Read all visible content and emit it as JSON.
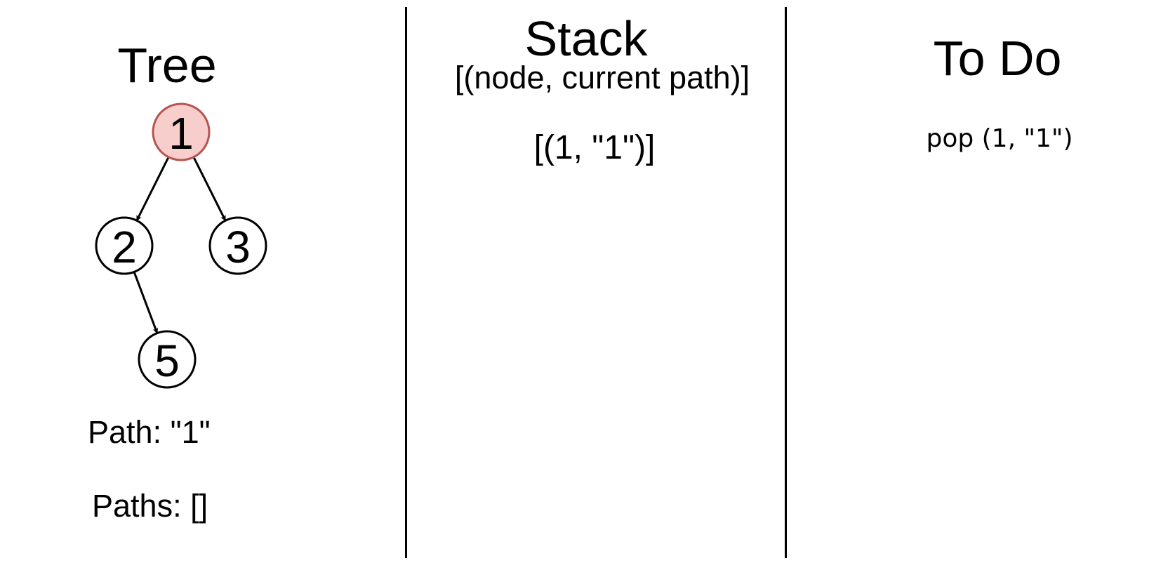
{
  "tree_panel": {
    "title": "Tree",
    "nodes": [
      {
        "id": "1",
        "label": "1",
        "highlighted": true
      },
      {
        "id": "2",
        "label": "2",
        "highlighted": false
      },
      {
        "id": "3",
        "label": "3",
        "highlighted": false
      },
      {
        "id": "5",
        "label": "5",
        "highlighted": false
      }
    ],
    "edges": [
      {
        "from": "1",
        "to": "2"
      },
      {
        "from": "1",
        "to": "3"
      },
      {
        "from": "2",
        "to": "5"
      }
    ],
    "current_path": {
      "label": "Path:",
      "value": "\"1\""
    },
    "paths": {
      "label": "Paths:",
      "value": "[]"
    }
  },
  "stack_panel": {
    "title": "Stack",
    "subtitle": "[(node, current path)]",
    "contents": "[(1, \"1\")]"
  },
  "todo_panel": {
    "title": "To Do",
    "step": "pop (1, \"1\")"
  },
  "colors": {
    "highlight_fill": "#f8cecc",
    "highlight_stroke": "#b85450",
    "line": "#000000"
  }
}
